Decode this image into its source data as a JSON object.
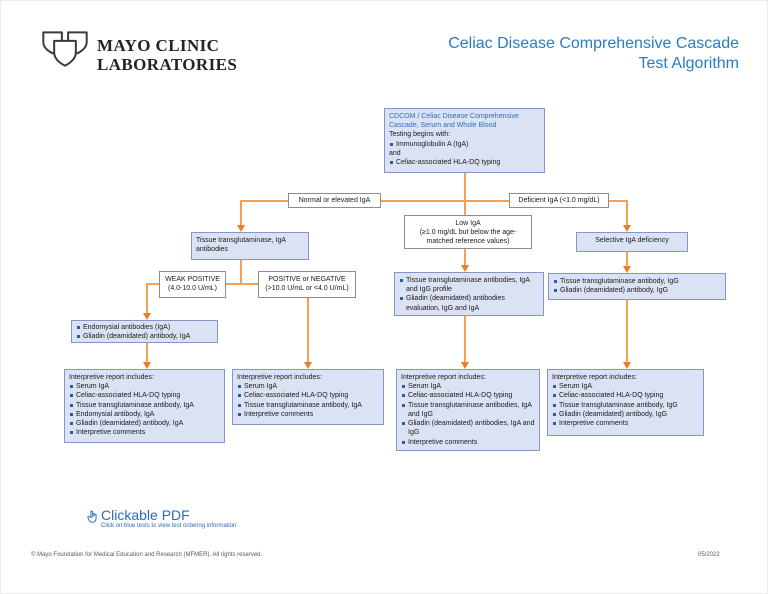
{
  "header": {
    "logo_line1": "MAYO CLINIC",
    "logo_line2": "LABORATORIES",
    "title_line1": "Celiac Disease Comprehensive Cascade",
    "title_line2": "Test Algorithm"
  },
  "colors": {
    "title_blue": "#2b7cc2",
    "link_blue": "#2c6fc1",
    "box_blue_bg": "#dbe2f3",
    "box_blue_border": "#8695c8",
    "connector_orange": "#f6a054",
    "arrow_orange": "#ee7d26",
    "bullet_blue": "#2b5ca8"
  },
  "flowchart": {
    "top_box": {
      "link": "CDCOM / Celiac Disease Comprehensive Cascade, Serum and Whole Blood",
      "intro": "Testing begins with:",
      "item1": "Immunoglobulin A (IgA)",
      "conjunction": "and",
      "item2": "Celiac-associated HLA-DQ typing"
    },
    "branch_labels": {
      "left": "Normal or elevated IgA",
      "right": "Deficient IgA (<1.0 mg/dL)"
    },
    "tissue_box": "Tissue transglutaminase, IgA antibodies",
    "low_iga_box": {
      "line1": "Low IgA",
      "line2": "(≥1.0 mg/dL but below the age-matched reference values)"
    },
    "selective_box": "Selective IgA deficiency",
    "weak_positive": {
      "line1": "WEAK POSITIVE",
      "line2": "(4.0-10.0 U/mL)"
    },
    "positive_negative": {
      "line1": "POSITIVE or NEGATIVE",
      "line2": "(>10.0 U/mL or <4.0 U/mL)"
    },
    "endomysial_box": {
      "items": [
        "Endomysial antibodies (IgA)",
        "Gliadin (deamidated) antibody, IgA"
      ]
    },
    "mid_profile_box": {
      "items": [
        "Tissue transglutaminase antibodies, IgA and IgG profile",
        "Gliadin (deamidated) antibodies evaluation, IgG and IgA"
      ]
    },
    "igg_box": {
      "items": [
        "Tissue transglutaminase antibody, IgG",
        "Gliadin (deamidated) antibody, IgG"
      ]
    },
    "report1": {
      "heading": "Interpretive report includes:",
      "items": [
        "Serum IgA",
        "Celiac-associated HLA-DQ typing",
        "Tissue transglutaminase antibody, IgA",
        "Endomysial antibody, IgA",
        "Gliadin (deamidated) antibody, IgA",
        "Interpretive comments"
      ]
    },
    "report2": {
      "heading": "Interpretive report includes:",
      "items": [
        "Serum IgA",
        "Celiac-associated HLA-DQ typing",
        "Tissue transglutaminase antibody, IgA",
        "Interpretive comments"
      ]
    },
    "report3": {
      "heading": "Interpretive report includes:",
      "items": [
        "Serum IgA",
        "Celiac-associated HLA-DQ typing",
        "Tissue transglutaminase antibodies, IgA and IgG",
        "Gliadin (deamidated) antibodies, IgA and IgG",
        "Interpretive comments"
      ]
    },
    "report4": {
      "heading": "Interpretive report includes:",
      "items": [
        "Serum IgA",
        "Celiac-associated HLA-DQ typing",
        "Tissue transglutaminase antibody, IgG",
        "Gliadin (deamidated) antibody, IgG",
        "Interpretive comments"
      ]
    }
  },
  "clickable_pdf": {
    "label": "Clickable PDF",
    "tagline": "Click on blue tests to view test ordering information"
  },
  "footer": {
    "copyright": "© Mayo Foundation for Medical Education and Research (MFMER). All rights reserved.",
    "date": "05/2022"
  }
}
